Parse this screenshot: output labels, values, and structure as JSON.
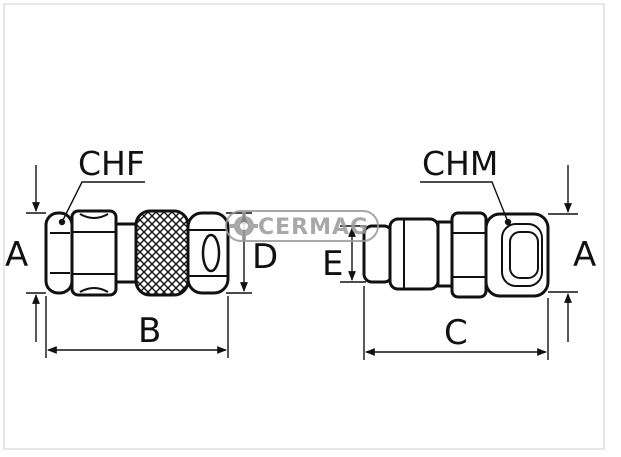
{
  "labels": {
    "chf": "CHF",
    "chm": "CHM",
    "dim_a_left": "A",
    "dim_a_right": "A",
    "dim_b": "B",
    "dim_c": "C",
    "dim_d": "D",
    "dim_e": "E"
  },
  "watermark": {
    "text": "CERMAG",
    "icon": "gear-icon"
  },
  "colors": {
    "line": "#111111",
    "watermark": "#9a9a9a",
    "background": "#ffffff"
  }
}
